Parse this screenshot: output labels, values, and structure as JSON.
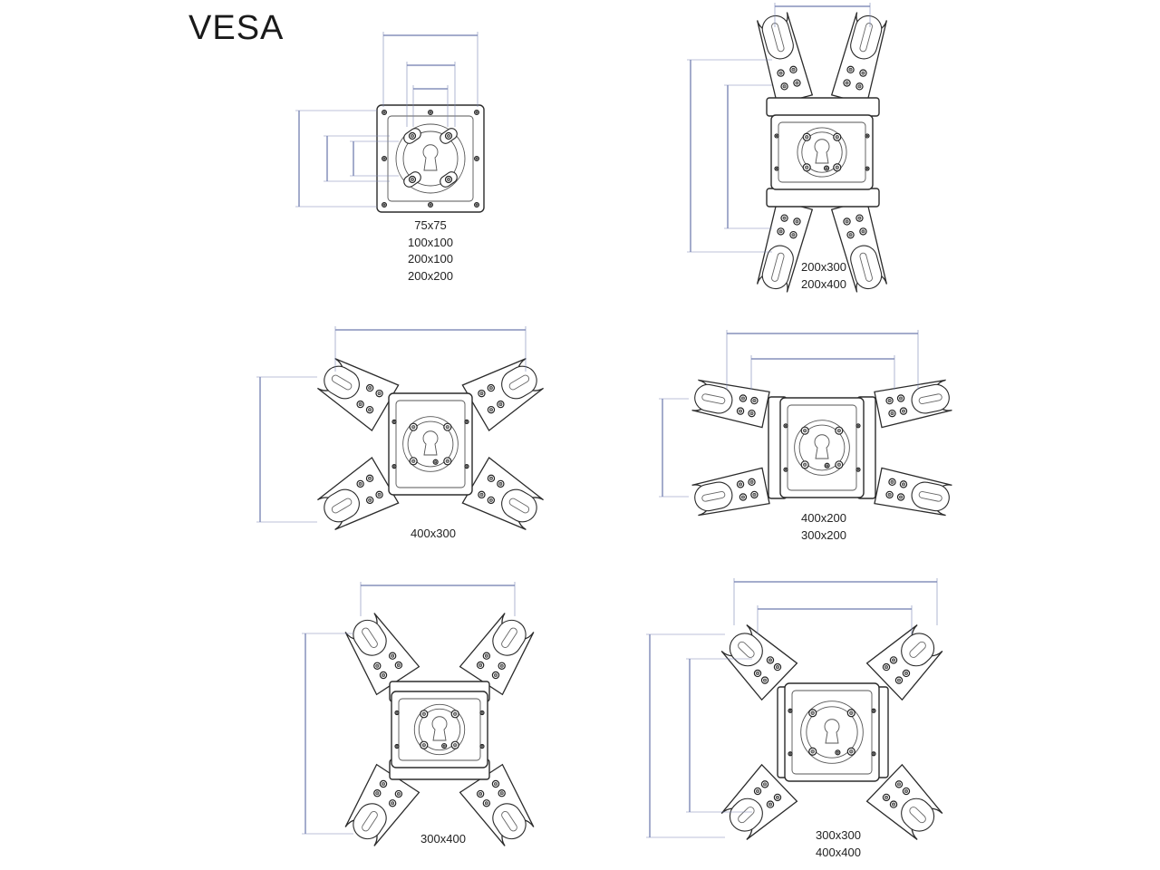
{
  "title": "VESA",
  "colors": {
    "line": "#2b2b2b",
    "dimension": "#4a5a9a",
    "background": "#ffffff"
  },
  "panels": [
    {
      "id": "small-plate",
      "sizes": [
        "75x75",
        "100x100",
        "200x100",
        "200x200"
      ]
    },
    {
      "id": "tall-bracket",
      "sizes": [
        "200x300",
        "200x400"
      ]
    },
    {
      "id": "x-bracket-400x300",
      "sizes": [
        "400x300"
      ]
    },
    {
      "id": "wide-bracket",
      "sizes": [
        "400x200",
        "300x200"
      ]
    },
    {
      "id": "x-bracket-300x400",
      "sizes": [
        "300x400"
      ]
    },
    {
      "id": "large-x-bracket",
      "sizes": [
        "300x300",
        "400x400"
      ]
    }
  ]
}
